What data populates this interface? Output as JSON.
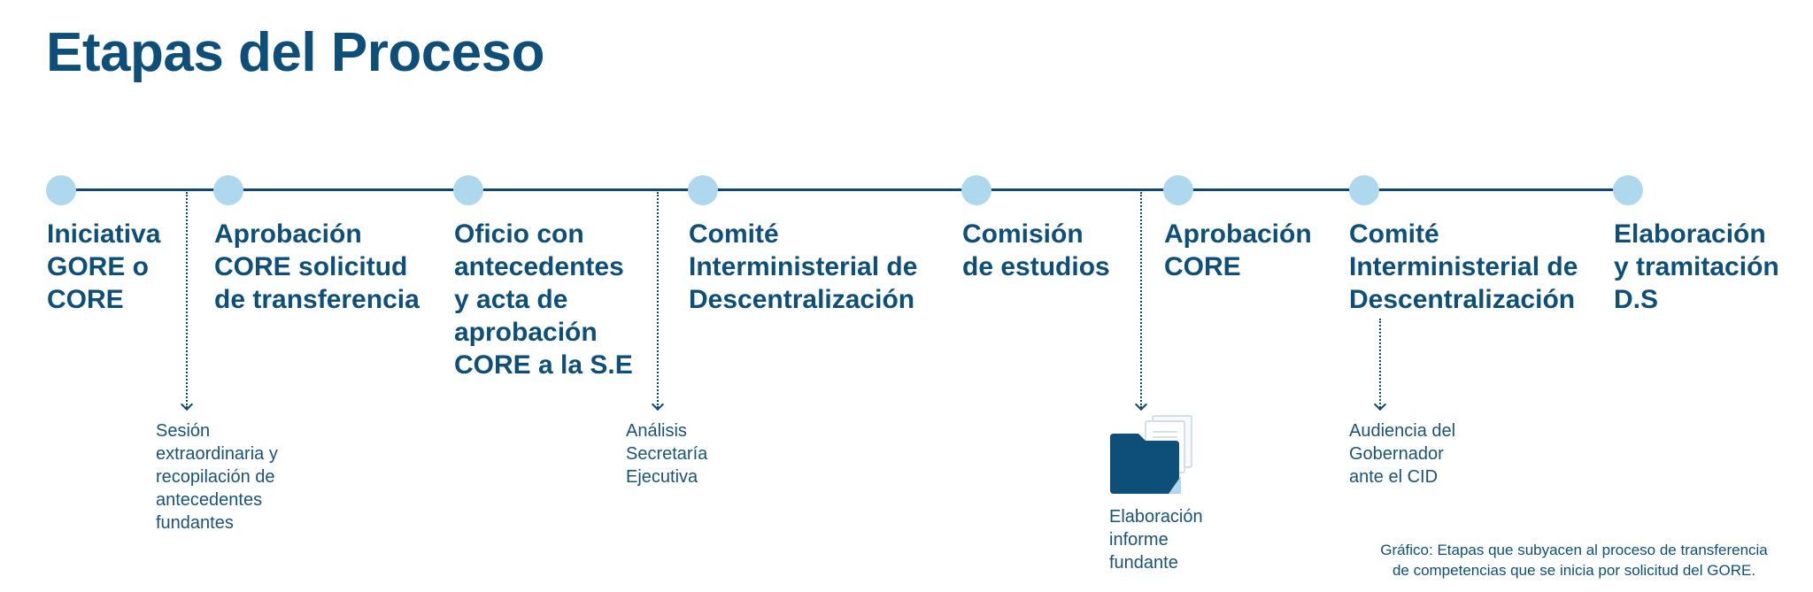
{
  "title": "Etapas del Proceso",
  "stages": [
    {
      "label": "Iniciativa\nGORE o\nCORE"
    },
    {
      "label": "Aprobación\nCORE solicitud\nde transferencia"
    },
    {
      "label": "Oficio con\nantecedentes\ny acta de\naprobación\nCORE a la S.E"
    },
    {
      "label": "Comité\nInterministerial de\nDescentralización"
    },
    {
      "label": "Comisión\nde estudios"
    },
    {
      "label": "Aprobación\nCORE"
    },
    {
      "label": "Comité\nInterministerial de\nDescentralización"
    },
    {
      "label": "Elaboración\ny tramitación\nD.S"
    }
  ],
  "sub_steps": [
    {
      "label": "Sesión\nextraordinaria y\nrecopilación de\nantecedentes\nfundantes"
    },
    {
      "label": "Análisis\nSecretaría\nEjecutiva"
    },
    {
      "label": "Elaboración\ninforme\nfundante",
      "icon": "folder-document-icon"
    },
    {
      "label": "Audiencia del\nGobernador\nante el CID"
    }
  ],
  "caption": "Gráfico: Etapas que subyacen al proceso de transferencia\nde competencias que se inicia por solicitud del GORE.",
  "colors": {
    "primary": "#0d4f78",
    "node": "#aed8ee",
    "line": "#0c4a72"
  }
}
